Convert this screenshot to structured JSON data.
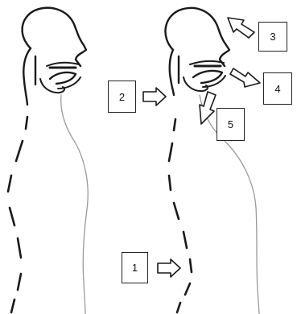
{
  "labels": {
    "step1": "1",
    "step2": "2",
    "step3": "3",
    "step4": "4",
    "step5": "5"
  },
  "colors": {
    "ink": "#1a1a1a",
    "soft_outline": "#9a9a9a"
  }
}
